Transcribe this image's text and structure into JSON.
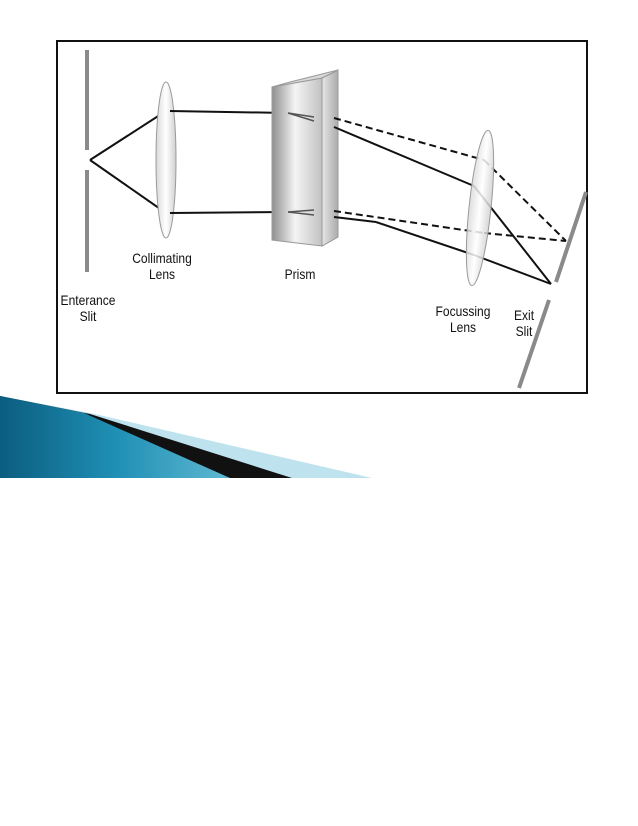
{
  "labels": {
    "entrance_slit": {
      "line1": "Enterance",
      "line2": "Slit"
    },
    "collimating_lens": {
      "line1": "Collimating",
      "line2": "Lens"
    },
    "prism": {
      "line1": "Prism"
    },
    "focussing_lens": {
      "line1": "Focussing",
      "line2": "Lens"
    },
    "exit_slit": {
      "line1": "Exit",
      "line2": "Slit"
    }
  },
  "colors": {
    "beam": "#111111",
    "frame": "#111111",
    "banner_dark": "#0b5d80",
    "banner_light": "#bfe3ee"
  }
}
